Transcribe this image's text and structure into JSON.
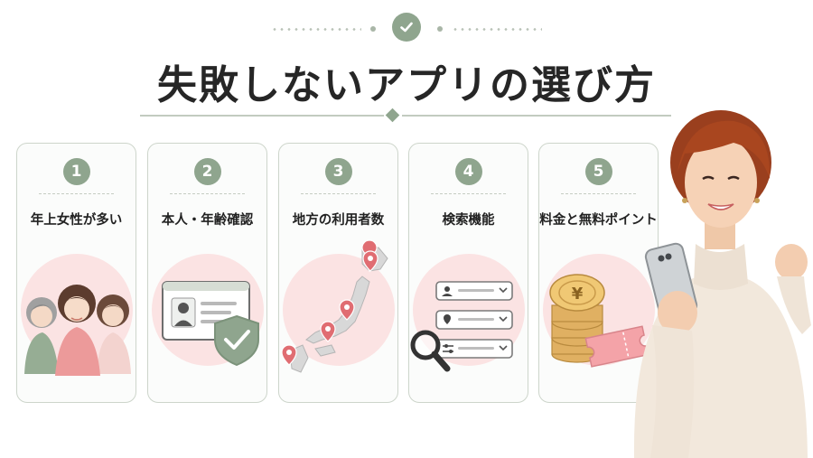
{
  "header": {
    "title": "失敗しないアプリの選び方"
  },
  "cards": [
    {
      "number": "1",
      "label": "年上女性が多い",
      "icon": "women-group-icon"
    },
    {
      "number": "2",
      "label": "本人・年齢確認",
      "icon": "id-card-shield-icon"
    },
    {
      "number": "3",
      "label": "地方の利用者数",
      "icon": "japan-map-icon"
    },
    {
      "number": "4",
      "label": "検索機能",
      "icon": "search-filter-icon"
    },
    {
      "number": "5",
      "label": "料金と無料ポイント",
      "icon": "yen-coins-ticket-icon"
    }
  ],
  "colors": {
    "accent": "#8fa58e",
    "blob": "#fbe3e3",
    "pin": "#e06d72",
    "card_border": "#cdd5cb"
  }
}
